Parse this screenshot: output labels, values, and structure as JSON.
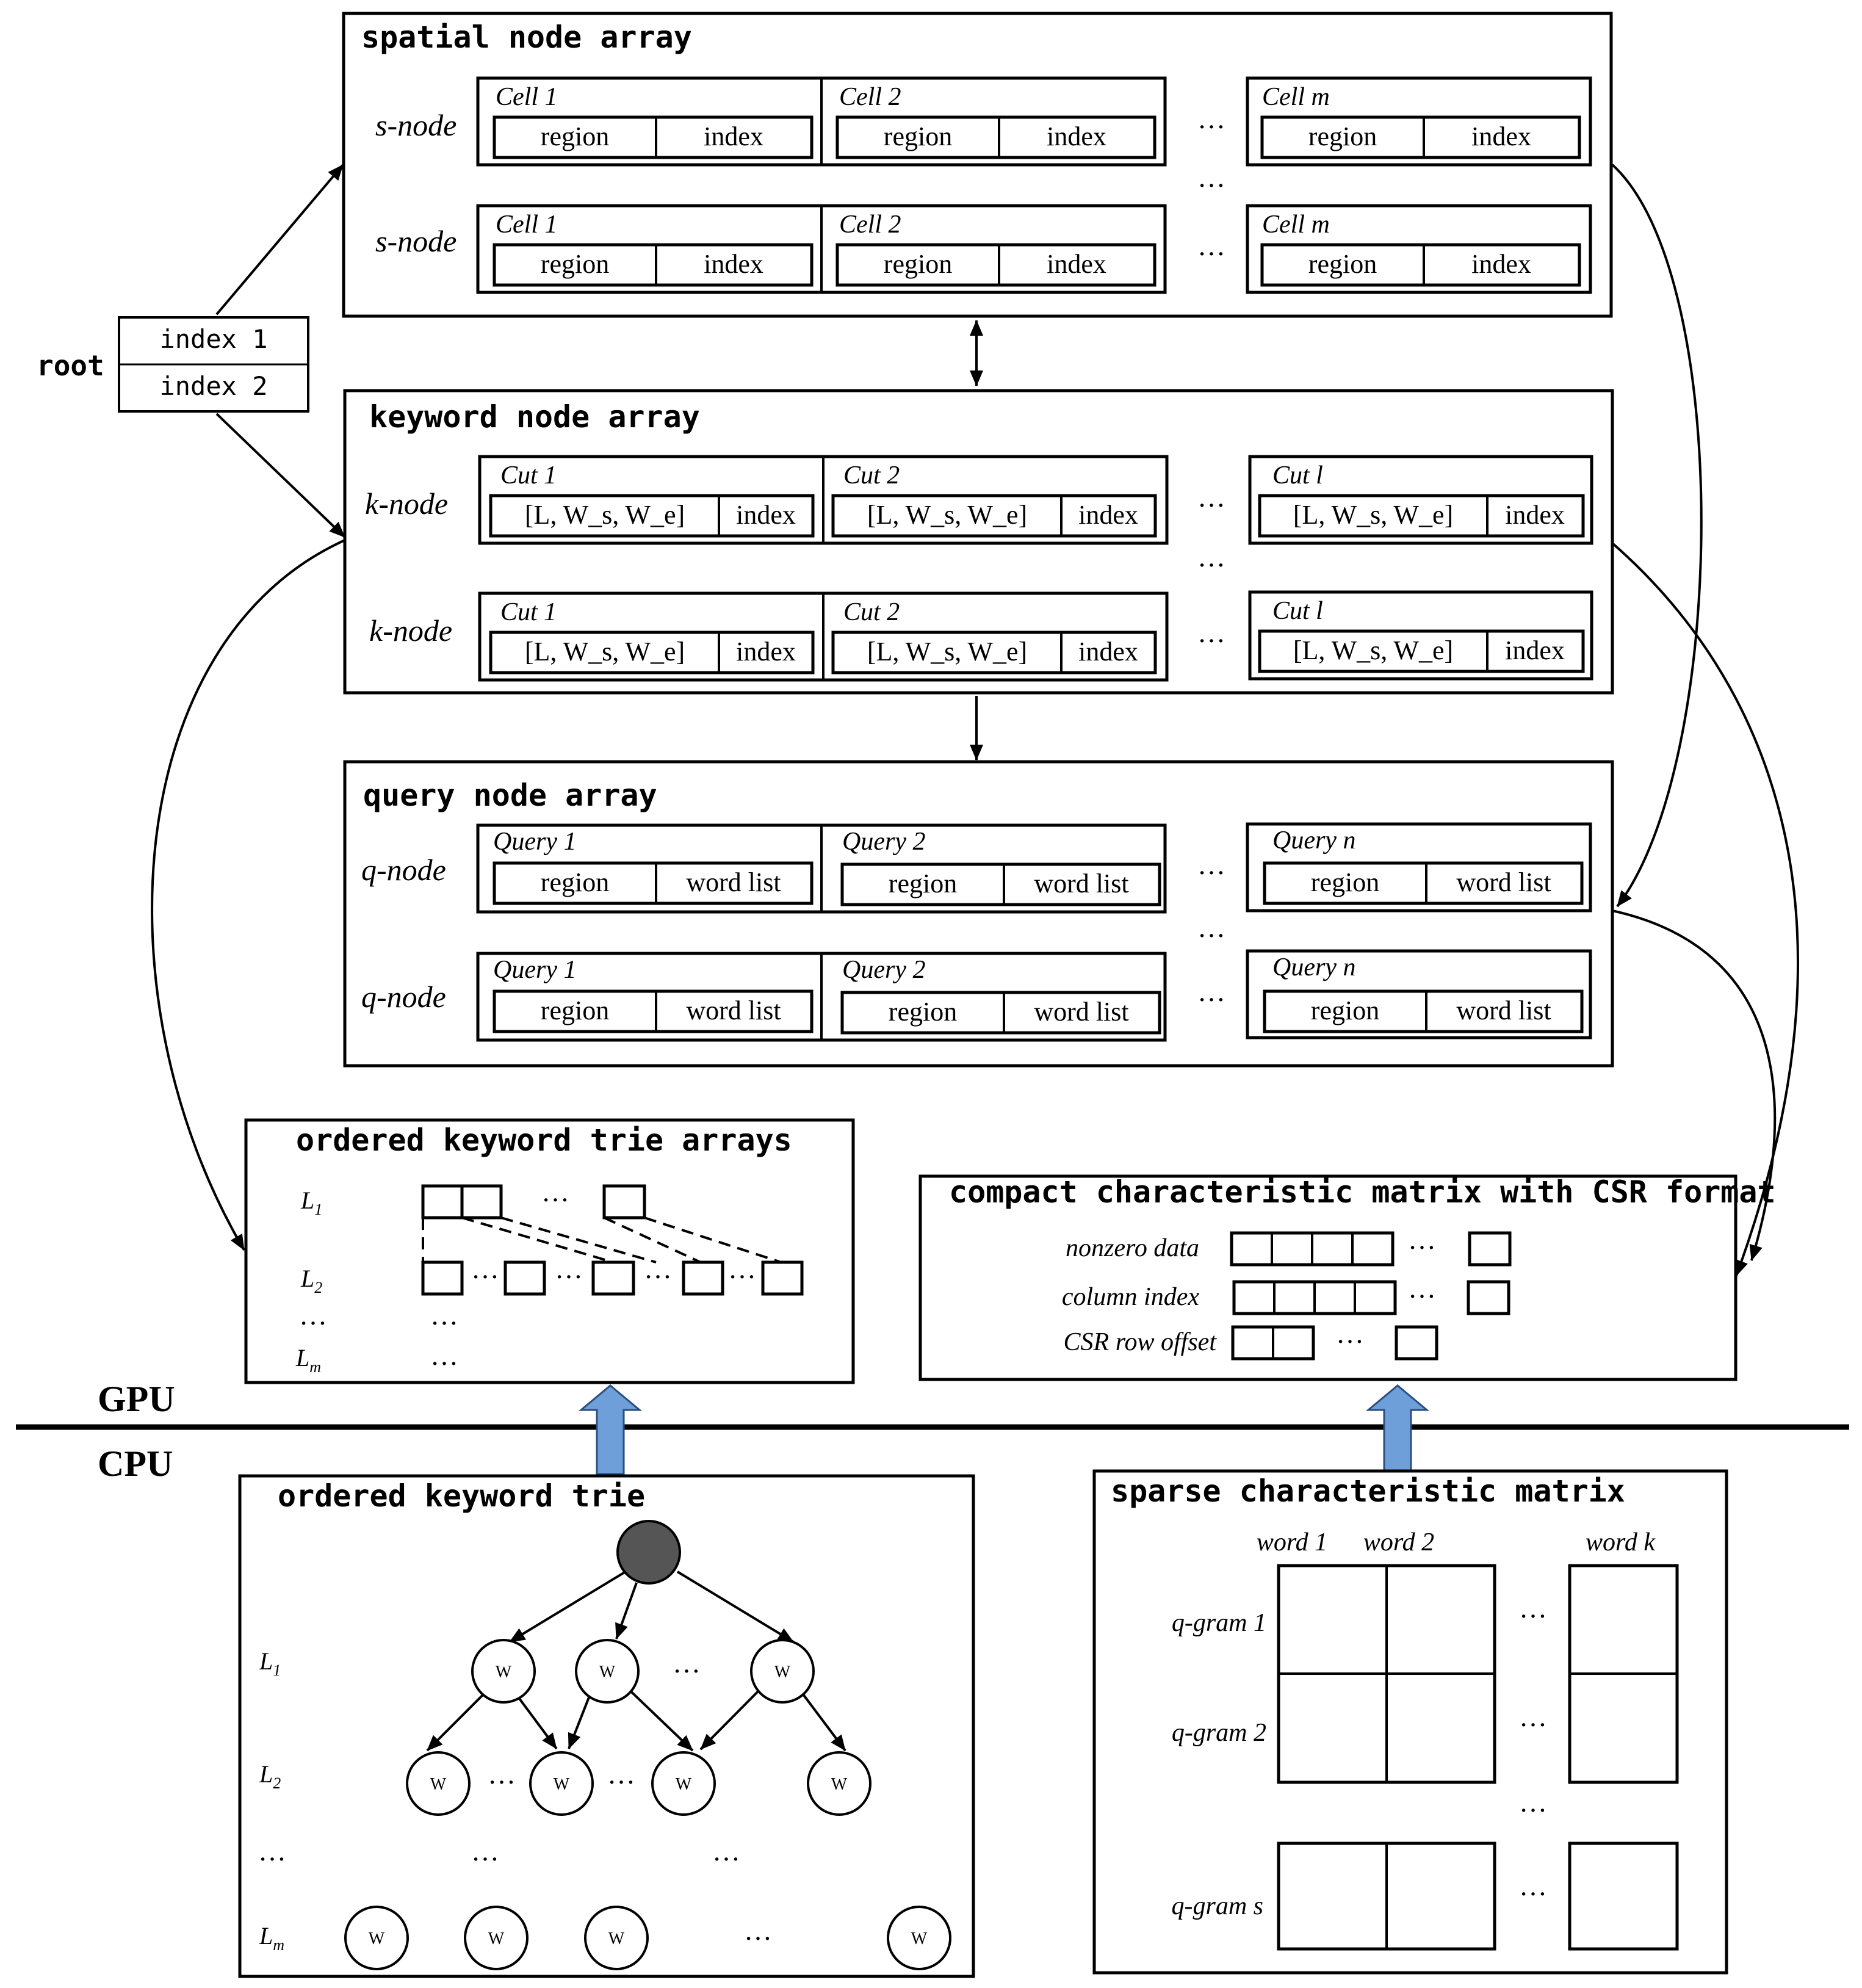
{
  "root": {
    "label": "root",
    "entries": [
      "index 1",
      "index 2"
    ]
  },
  "spatial": {
    "title": "spatial node array",
    "node_label": "s-node",
    "cells": [
      "Cell 1",
      "Cell 2",
      "Cell m"
    ],
    "fields": [
      "region",
      "index"
    ]
  },
  "keyword": {
    "title": "keyword node array",
    "node_label": "k-node",
    "cells": [
      "Cut 1",
      "Cut 2",
      "Cut l"
    ],
    "fields": [
      "[L, W_s, W_e]",
      "index"
    ]
  },
  "query": {
    "title": "query node array",
    "node_label": "q-node",
    "cells": [
      "Query 1",
      "Query 2",
      "Query n"
    ],
    "fields": [
      "region",
      "word list"
    ]
  },
  "trie_arrays": {
    "title": "ordered keyword trie arrays",
    "levels": [
      {
        "base": "L",
        "sub": "1"
      },
      {
        "base": "L",
        "sub": "2"
      },
      {
        "base": "…",
        "sub": ""
      },
      {
        "base": "L",
        "sub": "m"
      }
    ]
  },
  "compact_matrix": {
    "title": "compact characteristic matrix with CSR format",
    "rows": [
      "nonzero data",
      "column index",
      "CSR row offset"
    ]
  },
  "divider": {
    "top_label": "GPU",
    "bottom_label": "CPU"
  },
  "trie": {
    "title": "ordered keyword trie",
    "node_text": "W",
    "levels": [
      {
        "base": "L",
        "sub": "1"
      },
      {
        "base": "L",
        "sub": "2"
      },
      {
        "base": "…",
        "sub": ""
      },
      {
        "base": "L",
        "sub": "m"
      }
    ]
  },
  "sparse_matrix": {
    "title": "sparse characteristic matrix",
    "columns": [
      "word 1",
      "word 2",
      "word k"
    ],
    "rows": [
      "q-gram  1",
      "q-gram  2",
      "q-gram  s"
    ]
  },
  "ellipsis": "…",
  "colors": {
    "stroke": "#000000",
    "upload_arrow": "#6f9fd8",
    "upload_arrow_edge": "#2a4e80",
    "trie_root": "#555555"
  }
}
